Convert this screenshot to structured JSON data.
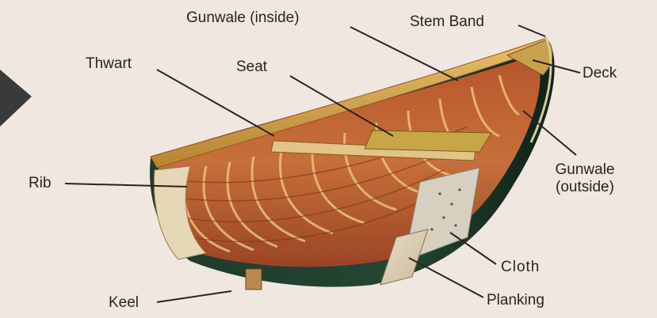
{
  "diagram": {
    "labels": {
      "gunwale_inside": "Gunwale (inside)",
      "stem_band": "Stem Band",
      "thwart": "Thwart",
      "seat": "Seat",
      "deck": "Deck",
      "rib": "Rib",
      "gunwale_outside_line1": "Gunwale",
      "gunwale_outside_line2": "(outside)",
      "cloth": "Cloth",
      "keel": "Keel",
      "planking": "Planking"
    }
  }
}
